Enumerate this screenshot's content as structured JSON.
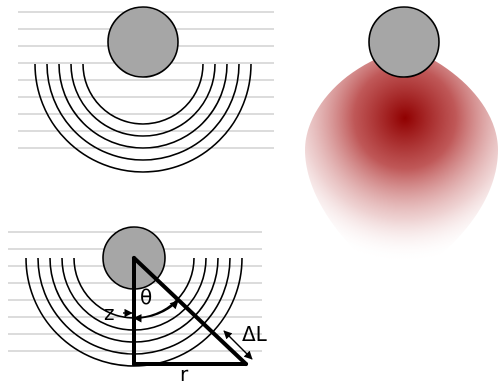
{
  "labels": {
    "theta": "θ",
    "z": "z",
    "delta_l": "ΔL",
    "r": "r"
  },
  "colors": {
    "ball_fill": "#a6a6a6",
    "outline": "#000000",
    "layer_lines": "#b9b9b9",
    "glow_center": "#990000",
    "background": "#ffffff"
  }
}
